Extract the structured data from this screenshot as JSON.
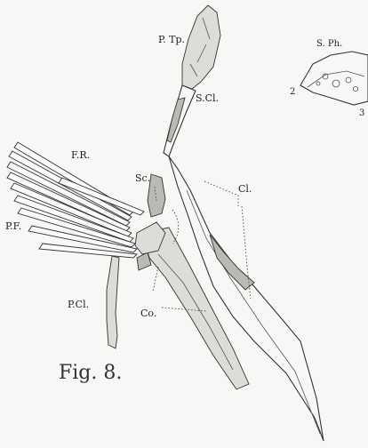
{
  "labels": {
    "ptp": "P. Tp.",
    "sph": "S. Ph.",
    "scl": "S.Cl.",
    "fr": "F.R.",
    "sc": "Sc.",
    "cl": "Cl.",
    "pf": "P.F.",
    "pcl": "P.Cl.",
    "co": "Co.",
    "num2": "2",
    "num3": "3"
  },
  "caption": "Fig. 8."
}
